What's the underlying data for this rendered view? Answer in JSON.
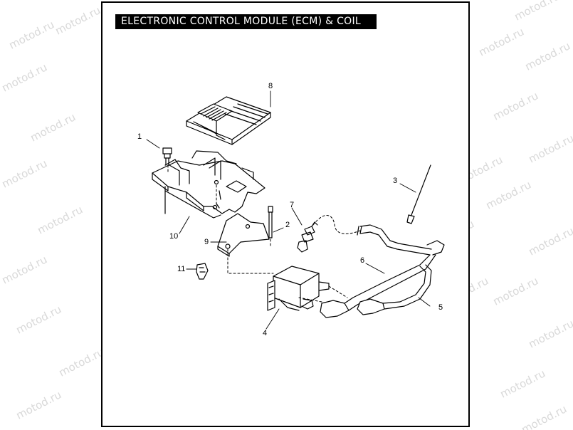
{
  "title": "ELECTRONIC CONTROL MODULE (ECM) & COIL",
  "watermark": "motod.ru",
  "callouts": [
    "1",
    "2",
    "3",
    "4",
    "5",
    "6",
    "7",
    "8",
    "9",
    "10",
    "11"
  ],
  "colors": {
    "ink": "#000000",
    "watermark": "#d9d9d9",
    "paper": "#ffffff"
  }
}
